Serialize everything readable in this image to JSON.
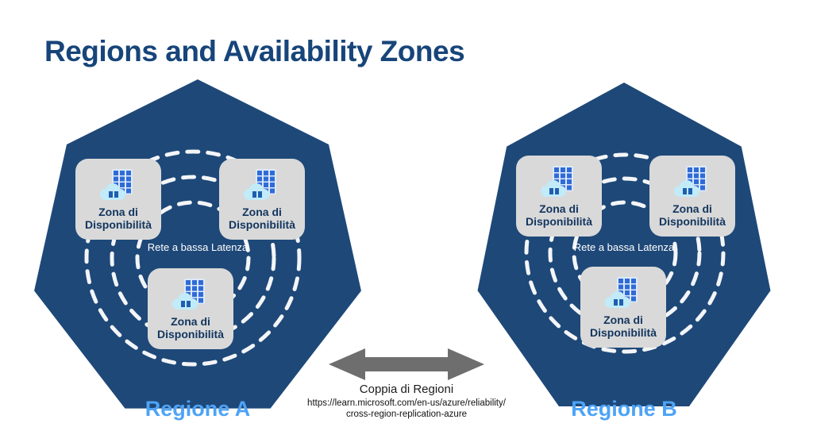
{
  "title": "Regions and Availability Zones",
  "regions": [
    {
      "name": "Regione A",
      "network_label": "Rete a bassa Latenza",
      "zones": [
        "Zona di Disponibilità",
        "Zona di Disponibilità",
        "Zona di Disponibilità"
      ]
    },
    {
      "name": "Regione B",
      "network_label": "Rete a bassa Latenza",
      "zones": [
        "Zona di Disponibilità",
        "Zona di Disponibilità",
        "Zona di Disponibilità"
      ]
    }
  ],
  "connector": {
    "label": "Coppia di Regioni",
    "url_line1": "https://learn.microsoft.com/en-us/azure/reliability/",
    "url_line2": "cross-region-replication-azure"
  },
  "icons": {
    "zone_icon": "availability-zone-building-cloud-icon",
    "arrow_icon": "double-headed-arrow-icon"
  },
  "colors": {
    "heptagon": "#1E4878",
    "title": "#17457A",
    "region_name": "#4DA3F7",
    "zone_box": "#D9D9D9",
    "zone_text": "#12355E",
    "ring_dashes": "#FFFFFF",
    "arrow": "#6E6E6E"
  }
}
